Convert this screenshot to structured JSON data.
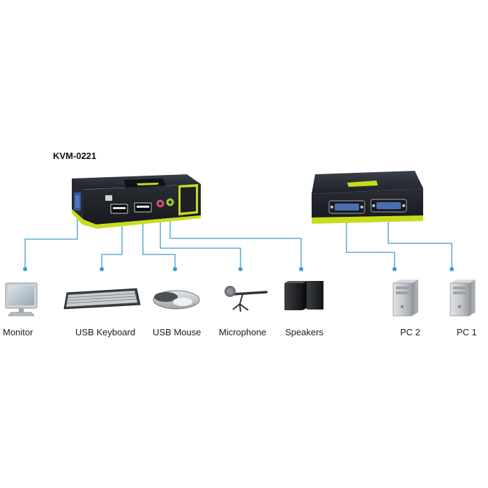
{
  "model_name": "KVM-0221",
  "devices": {
    "monitor": "Monitor",
    "usb_keyboard": "USB Keyboard",
    "usb_mouse": "USB Mouse",
    "microphone": "Microphone",
    "speakers": "Speakers",
    "pc2": "PC 2",
    "pc1": "PC 1"
  },
  "colors": {
    "connector_line": "#3d9bd0",
    "device_body": "#1e2228",
    "accent": "#c8dc1e"
  },
  "icons": [
    "kvm-switch-front-icon",
    "kvm-switch-back-icon",
    "monitor-icon",
    "keyboard-icon",
    "mouse-icon",
    "microphone-icon",
    "speakers-icon",
    "pc-tower-icon"
  ]
}
